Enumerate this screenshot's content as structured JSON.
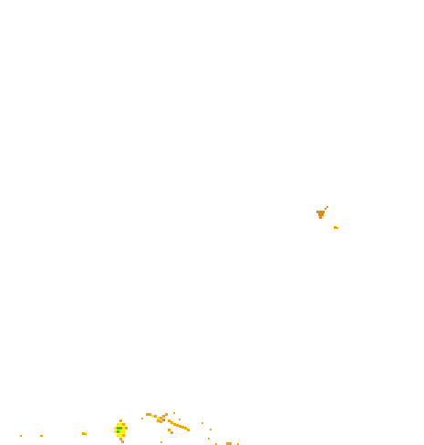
{
  "colors": {
    "background": "#ffffff",
    "orange": "#f5a300",
    "dark_orange": "#e88a00",
    "yellow": "#ffeb00",
    "green": "#5fb800"
  },
  "legend_classes": [
    "orange",
    "dark_orange",
    "yellow",
    "green"
  ]
}
